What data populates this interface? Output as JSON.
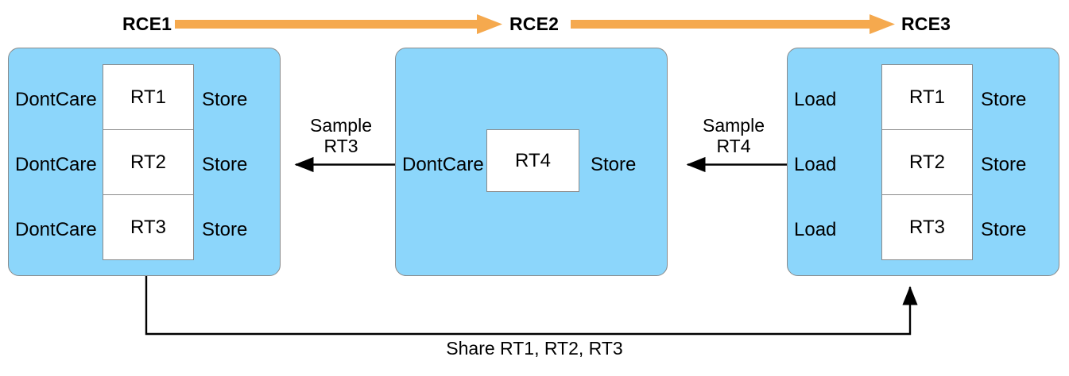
{
  "diagram": {
    "title_labels": [
      {
        "name": "RCE1",
        "text": "RCE1"
      },
      {
        "name": "RCE2",
        "text": "RCE2"
      },
      {
        "name": "RCE3",
        "text": "RCE3"
      }
    ],
    "colors": {
      "panel_fill": "#8CD6FB",
      "panel_border": "#8A8A8A",
      "register_fill": "#FFFFFF",
      "register_border": "#8A8A8A",
      "flow_arrow": "#F5A94E",
      "data_arrow": "#000000",
      "text": "#000000",
      "background": "#FFFFFF"
    },
    "panels": [
      {
        "id": "rce1",
        "title": "RCE1",
        "registers": [
          {
            "left_port": "DontCare",
            "name": "RT1",
            "right_port": "Store"
          },
          {
            "left_port": "DontCare",
            "name": "RT2",
            "right_port": "Store"
          },
          {
            "left_port": "DontCare",
            "name": "RT3",
            "right_port": "Store"
          }
        ]
      },
      {
        "id": "rce2",
        "title": "RCE2",
        "registers": [
          {
            "left_port": "DontCare",
            "name": "RT4",
            "right_port": "Store"
          }
        ]
      },
      {
        "id": "rce3",
        "title": "RCE3",
        "registers": [
          {
            "left_port": "Load",
            "name": "RT1",
            "right_port": "Store"
          },
          {
            "left_port": "Load",
            "name": "RT2",
            "right_port": "Store"
          },
          {
            "left_port": "Load",
            "name": "RT3",
            "right_port": "Store"
          }
        ]
      }
    ],
    "flow_arrows": [
      {
        "name": "rce1-to-rce2-flow",
        "from": "RCE1",
        "to": "RCE2"
      },
      {
        "name": "rce2-to-rce3-flow",
        "from": "RCE2",
        "to": "RCE3"
      }
    ],
    "data_edges": [
      {
        "name": "sample-rt3-edge",
        "from": "RCE2",
        "to": "RCE1",
        "label_line1": "Sample",
        "label_line2": "RT3"
      },
      {
        "name": "sample-rt4-edge",
        "from": "RCE3",
        "to": "RCE2",
        "label_line1": "Sample",
        "label_line2": "RT4"
      },
      {
        "name": "share-edge",
        "from": "RCE1",
        "to": "RCE3",
        "label": "Share RT1, RT2, RT3"
      }
    ]
  }
}
